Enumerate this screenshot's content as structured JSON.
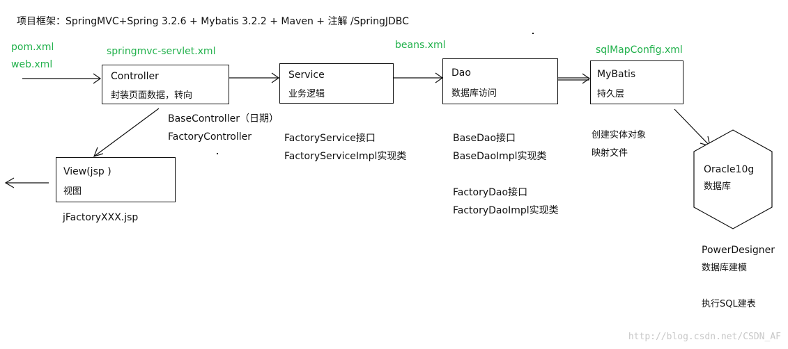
{
  "header": "项目框架：SpringMVC+Spring 3.2.6 + Mybatis 3.2.2 +    Maven + 注解 /SpringJDBC",
  "config_files": {
    "pom": "pom.xml",
    "web": "web.xml",
    "springmvc": "springmvc-servlet.xml",
    "beans": "beans.xml",
    "sqlmap": "sqlMapConfig.xml"
  },
  "nodes": {
    "controller": {
      "title": "Controller",
      "desc": "封装页面数据，转向"
    },
    "service": {
      "title": "Service",
      "desc": "业务逻辑"
    },
    "dao": {
      "title": "Dao",
      "desc": "数据库访问"
    },
    "mybatis": {
      "title": "MyBatis",
      "desc": "持久层"
    },
    "view": {
      "title": "View(jsp )",
      "desc": "视图"
    },
    "oracle": {
      "title": "Oracle10g",
      "desc": "数据库"
    }
  },
  "notes": {
    "controller": [
      "BaseController（日期）",
      "FactoryController"
    ],
    "service": [
      "FactoryService接口",
      "FactoryServiceImpl实现类"
    ],
    "dao": [
      "BaseDao接口",
      "BaseDaoImpl实现类",
      "FactoryDao接口",
      "FactoryDaoImpl实现类"
    ],
    "mybatis": [
      "创建实体对象",
      "映射文件"
    ],
    "view": "jFactoryXXX.jsp",
    "oracle": [
      "PowerDesigner",
      "数据库建模",
      "执行SQL建表"
    ]
  },
  "watermark": "http://blog.csdn.net/CSDN_AF"
}
